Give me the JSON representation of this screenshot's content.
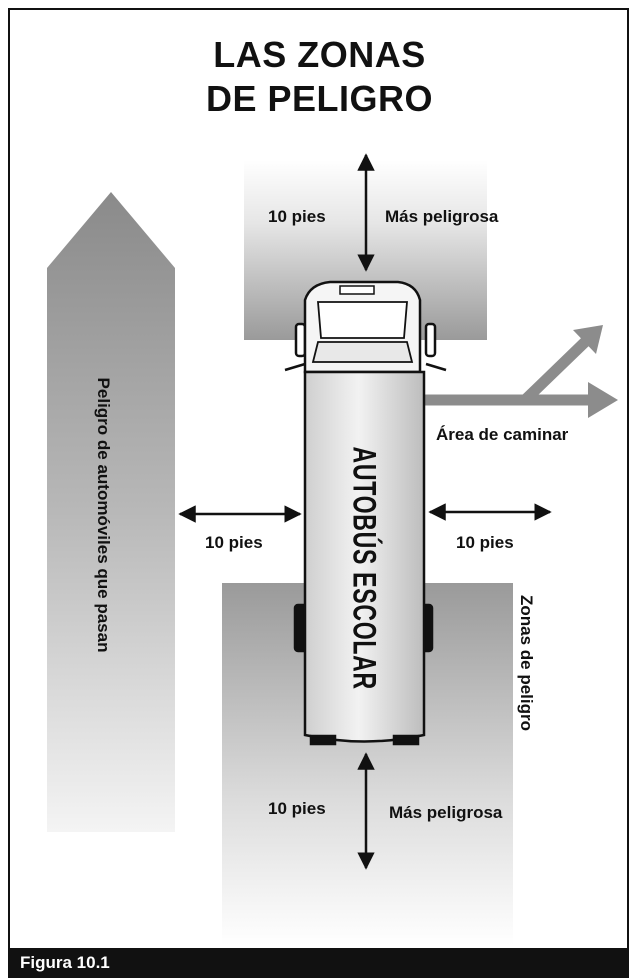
{
  "title": {
    "line1": "LAS ZONAS",
    "line2": "DE PELIGRO"
  },
  "bus": {
    "label": "AUTOBÚS ESCOLAR"
  },
  "labels": {
    "front_distance": "10 pies",
    "front_danger": "Más peligrosa",
    "left_distance": "10 pies",
    "right_distance": "10 pies",
    "rear_distance": "10 pies",
    "rear_danger": "Más peligrosa",
    "walk_area": "Área de caminar",
    "danger_zones": "Zonas de peligro",
    "passing_cars": "Peligro de automóviles que pasan"
  },
  "caption": "Figura 10.1",
  "colors": {
    "zone_gray": "#9a9a9a",
    "arrow_gray": "#8c8c8c",
    "ink": "#111111"
  }
}
